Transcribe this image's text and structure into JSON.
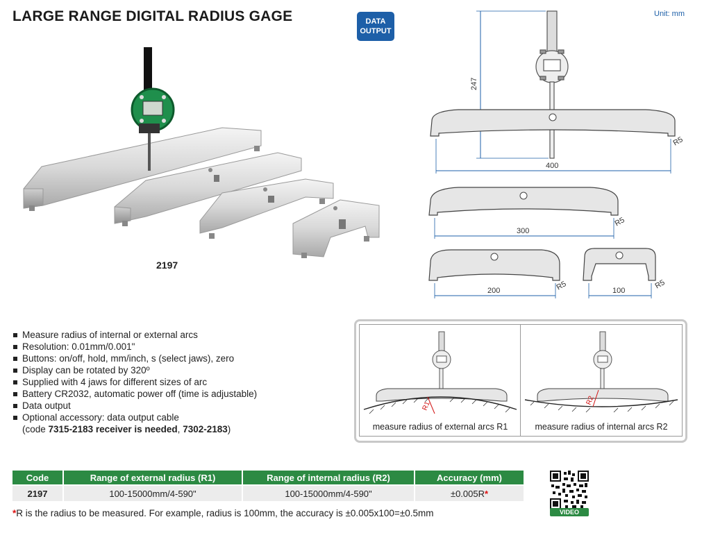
{
  "header": {
    "title": "LARGE RANGE DIGITAL RADIUS GAGE",
    "badge_line1": "DATA",
    "badge_line2": "OUTPUT",
    "unit": "Unit: mm"
  },
  "product": {
    "model": "2197"
  },
  "drawing": {
    "height_dim": "247",
    "jaws": [
      {
        "length": "400",
        "radius": "R5"
      },
      {
        "length": "300",
        "radius": "R5"
      },
      {
        "length": "200",
        "radius": "R5"
      },
      {
        "length": "100",
        "radius": "R5"
      }
    ]
  },
  "features": [
    "Measure radius of internal or external arcs",
    "Resolution: 0.01mm/0.001\"",
    "Buttons: on/off, hold, mm/inch, s (select jaws), zero",
    "Display can be rotated by 320º",
    "Supplied with 4 jaws for different sizes of arc",
    "Battery CR2032, automatic power off (time is adjustable)",
    "Data output",
    "Optional accessory: data output cable"
  ],
  "feature_sub": {
    "prefix": "(code ",
    "bold1": "7315-2183 receiver is needed",
    "middle": ", ",
    "bold2": "7302-2183",
    "suffix": ")"
  },
  "illustrations": {
    "external": {
      "label": "R1",
      "caption": "measure radius of external arcs R1"
    },
    "internal": {
      "label": "R2",
      "caption": "measure radius of internal arcs R2"
    }
  },
  "table": {
    "headers": [
      "Code",
      "Range of external radius (R1)",
      "Range of internal radius (R2)",
      "Accuracy (mm)"
    ],
    "rows": [
      {
        "code": "2197",
        "ext": "100-15000mm/4-590\"",
        "int": "100-15000mm/4-590\"",
        "accuracy": "±0.005R",
        "mark": "*"
      }
    ]
  },
  "footnote": {
    "mark": "*",
    "text": "R is the radius to be measured. For example, radius is 100mm, the accuracy is ±0.005x100=±0.5mm"
  },
  "video": {
    "label": "VIDEO"
  },
  "colors": {
    "accent_green": "#2c8a43",
    "badge_blue": "#1d5fa8",
    "note_red": "#d11111"
  }
}
